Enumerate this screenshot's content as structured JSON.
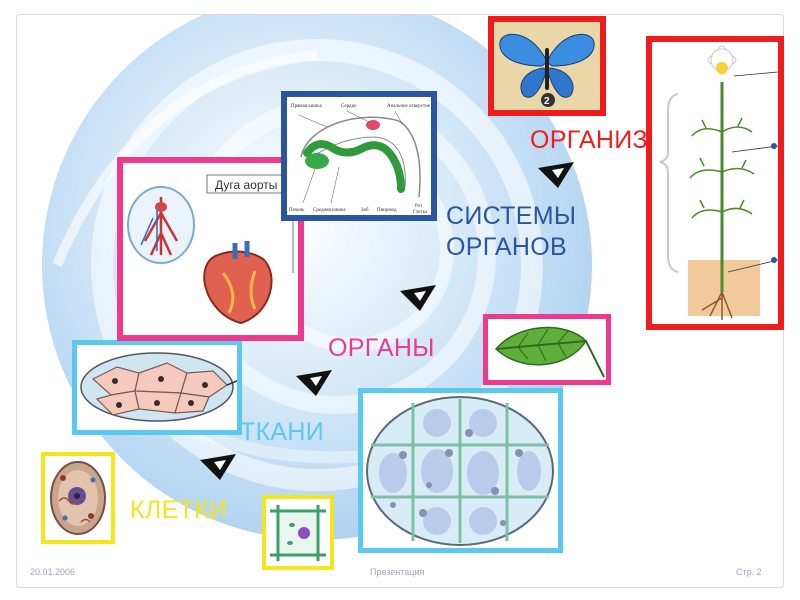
{
  "slide": {
    "footer": {
      "date": "20.01.2006",
      "title": "Презентация",
      "page": "Стр. 2"
    }
  },
  "levels": {
    "cells": "КЛЕТКИ",
    "tissues": "ТКАНИ",
    "organs": "ОРГАНЫ",
    "systems": "СИСТЕМЫ ОРГАНОВ",
    "organism": "ОРГАНИЗМ"
  },
  "images": {
    "heart_caption": "Дуга аорты",
    "digestive_labels": [
      "Прямая кишка",
      "Сердце",
      "Анальное отверстие",
      "Печень",
      "Средняя кишка",
      "Зоб",
      "Пищевод",
      "Рот",
      "Глотка"
    ],
    "butterfly_number": "2"
  },
  "colors": {
    "cells": "#f5e61c",
    "tissues": "#5bc8f0",
    "organs": "#ee3a8c",
    "systems": "#2a55a0",
    "organism": "#ee1c1c"
  },
  "icons": [
    "hierarchy-arrow-icon"
  ]
}
